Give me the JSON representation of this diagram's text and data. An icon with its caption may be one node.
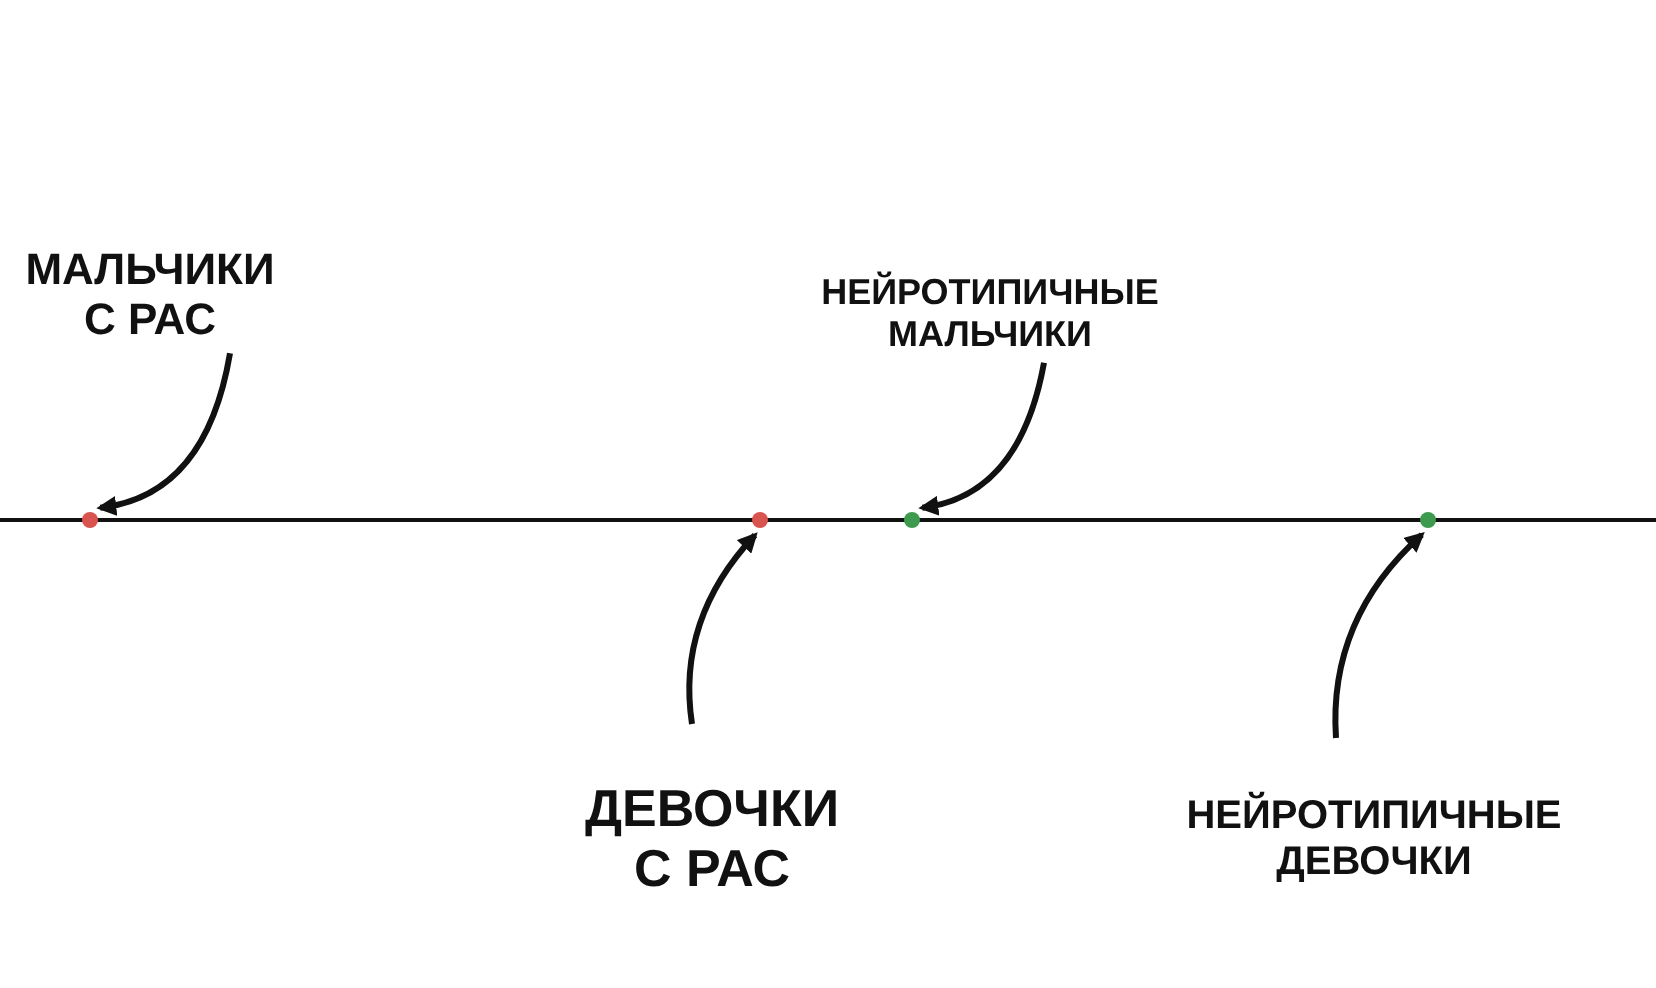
{
  "diagram": {
    "nodes": [
      {
        "text": [
          "МАЛЬЧИКИ С РАС"
        ]
      },
      {
        "text": [
          "НЕЙРОТИПИЧНЫЕ МАЛЬЧИКИ"
        ]
      },
      {
        "text": [],
        "shape": "circle"
      },
      {
        "text": [],
        "shape": "circle"
      },
      {
        "text": [],
        "shape": "circle"
      },
      {
        "text": [],
        "shape": "circle"
      },
      {
        "text": [
          "ДЕВОЧКИ С РАС"
        ]
      },
      {
        "text": [
          "НЕЙРОТИПИЧНЫЕ ДЕВОЧКИ"
        ]
      }
    ],
    "edges": [
      {
        "from": 0,
        "to": 2,
        "arrow": "to"
      },
      {
        "from": 1,
        "to": 4,
        "arrow": "to"
      },
      {
        "from": 6,
        "to": 3,
        "arrow": "to"
      },
      {
        "from": 7,
        "to": 5,
        "arrow": "to"
      }
    ]
  }
}
